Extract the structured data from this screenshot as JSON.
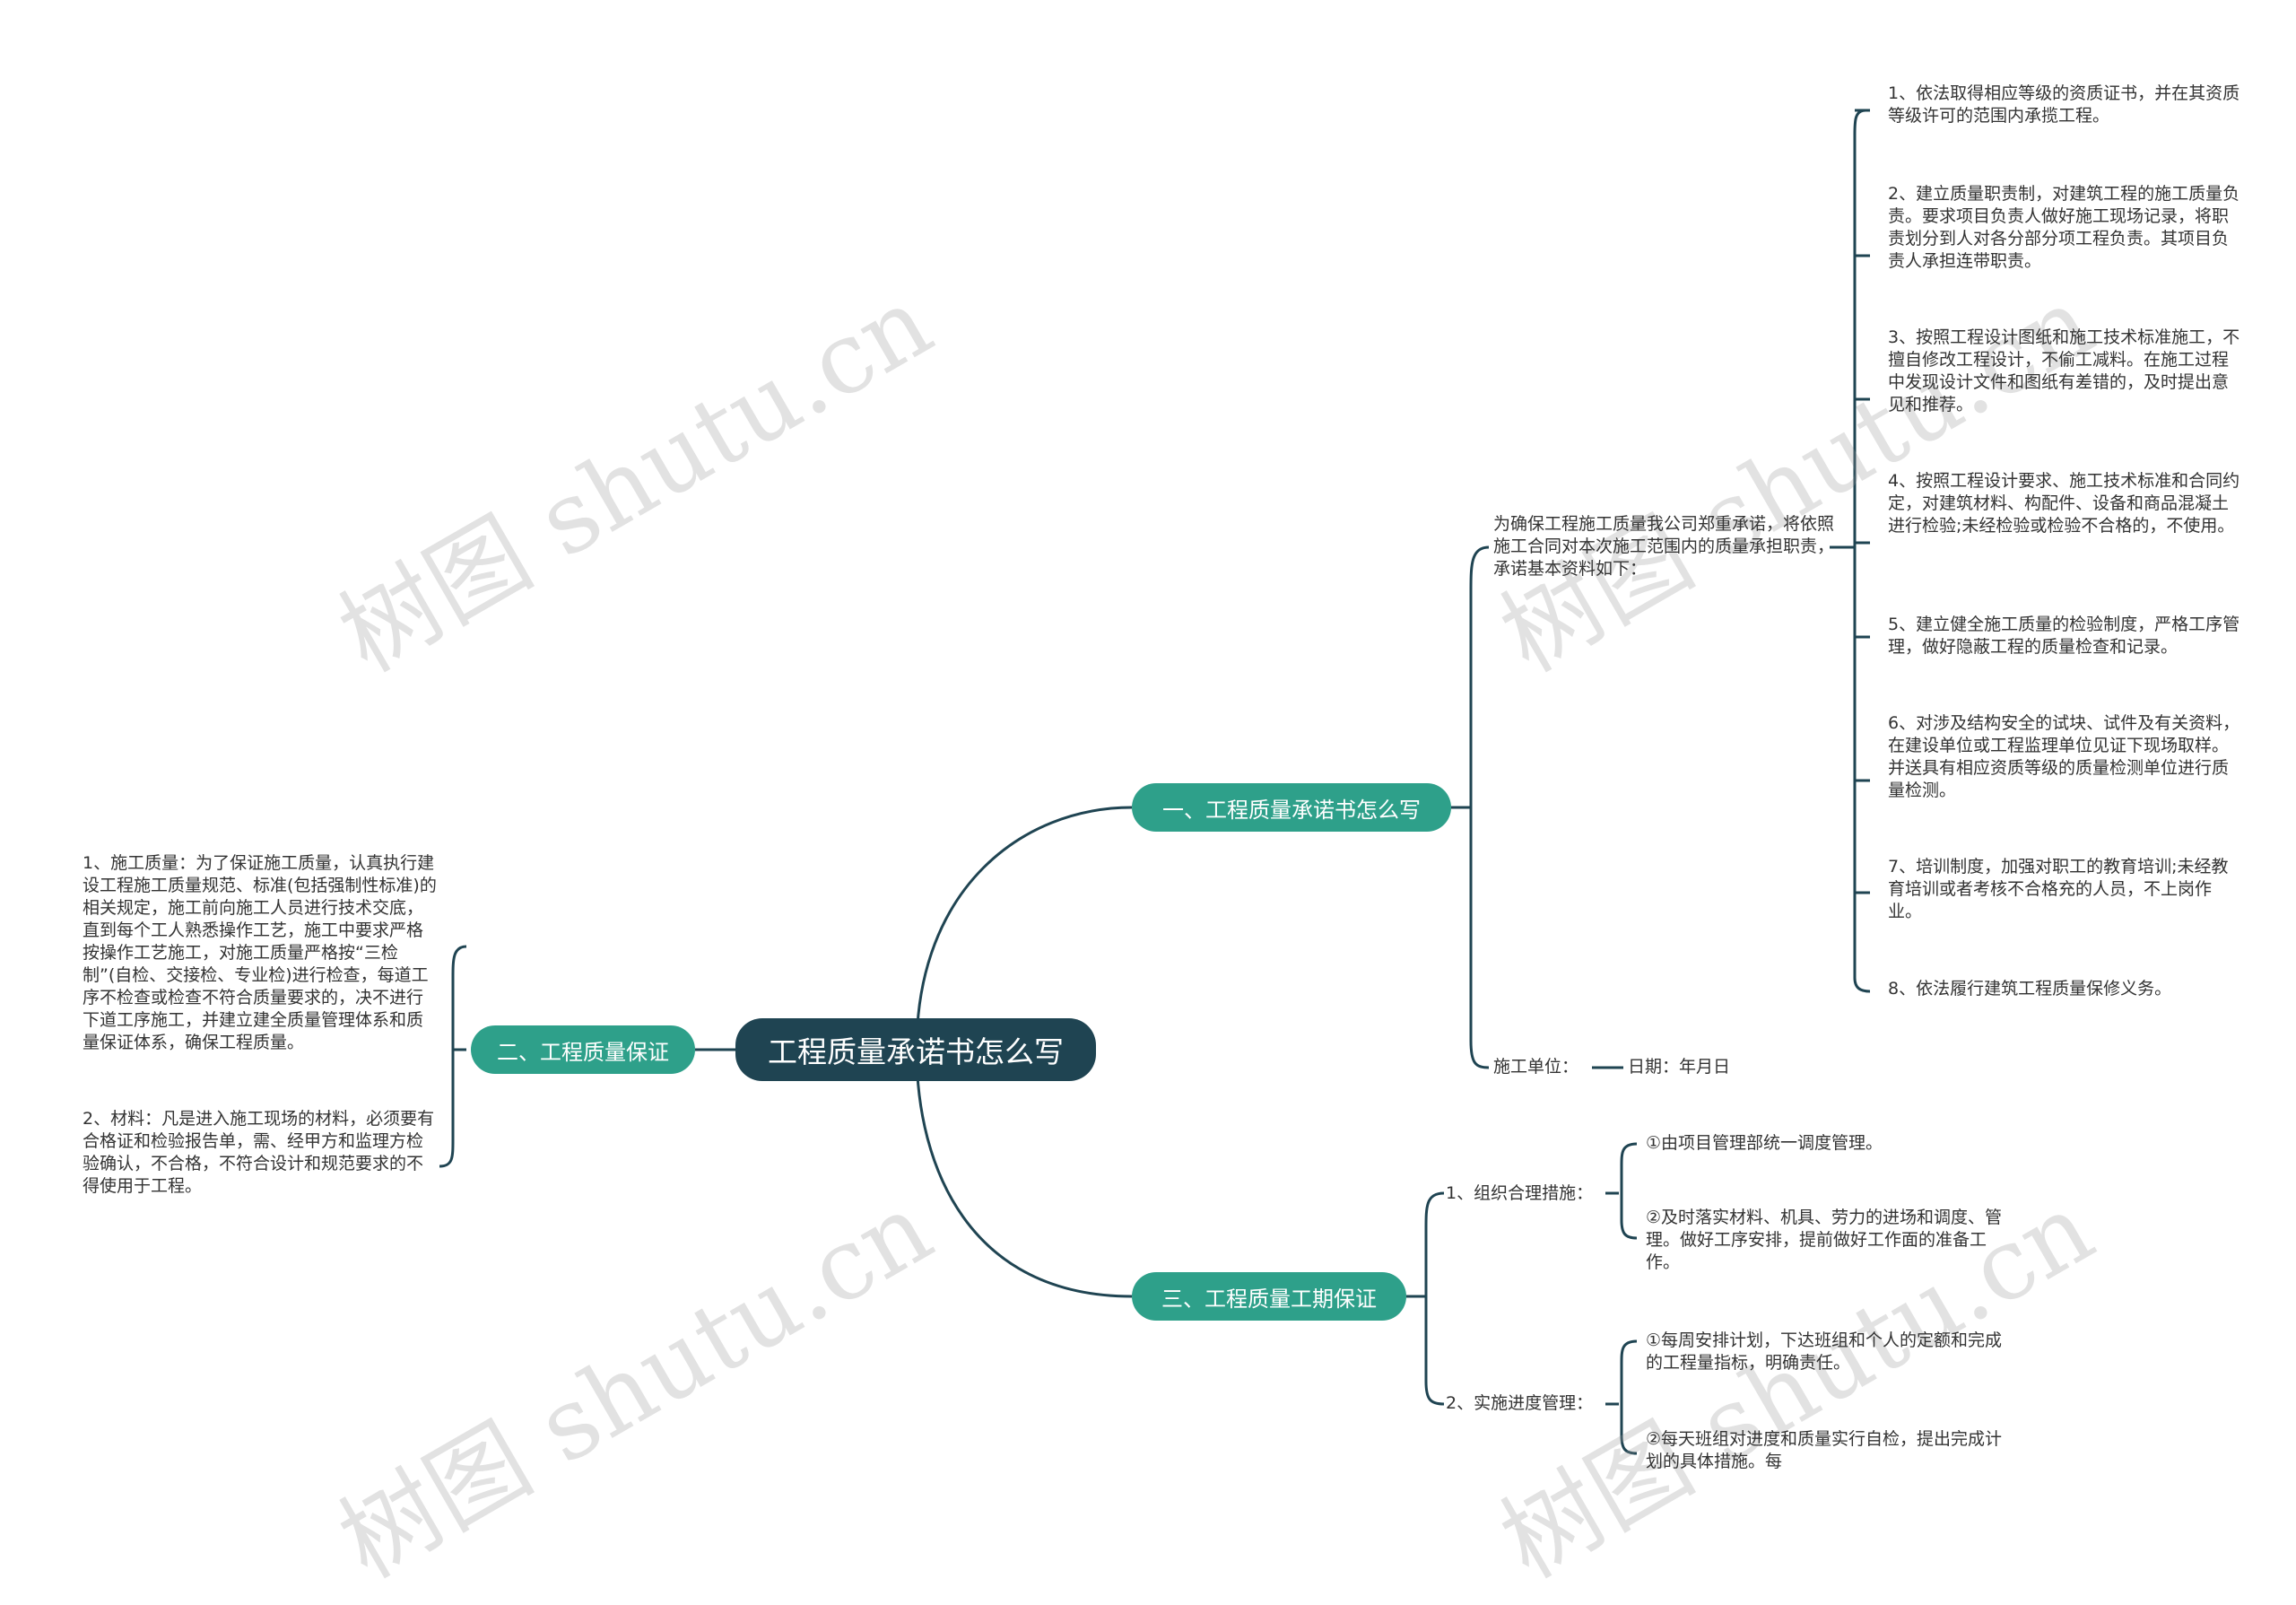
{
  "central": "工程质量承诺书怎么写",
  "branches": {
    "b1": "一、工程质量承诺书怎么写",
    "b2": "二、工程质量保证",
    "b3": "三、工程质量工期保证"
  },
  "b1": {
    "intro": "为确保工程施工质量我公司郑重承诺，将依照施工合同对本次施工范围内的质量承担职责，承诺基本资料如下：",
    "items": [
      "1、依法取得相应等级的资质证书，并在其资质等级许可的范围内承揽工程。",
      "2、建立质量职责制，对建筑工程的施工质量负责。要求项目负责人做好施工现场记录，将职责划分到人对各分部分项工程负责。其项目负责人承担连带职责。",
      "3、按照工程设计图纸和施工技术标准施工，不擅自修改工程设计，不偷工减料。在施工过程中发现设计文件和图纸有差错的，及时提出意见和推荐。",
      "4、按照工程设计要求、施工技术标准和合同约定，对建筑材料、构配件、设备和商品混凝土进行检验;未经检验或检验不合格的，不使用。",
      "5、建立健全施工质量的检验制度，严格工序管理，做好隐蔽工程的质量检查和记录。",
      "6、对涉及结构安全的试块、试件及有关资料，在建设单位或工程监理单位见证下现场取样。并送具有相应资质等级的质量检测单位进行质量检测。",
      "7、培训制度，加强对职工的教育培训;未经教育培训或者考核不合格充的人员，不上岗作业。",
      "8、依法履行建筑工程质量保修义务。"
    ],
    "unit_label": "施工单位：",
    "date_label": "日期：年月日"
  },
  "b2": {
    "items": [
      "1、施工质量：为了保证施工质量，认真执行建设工程施工质量规范、标准(包括强制性标准)的相关规定，施工前向施工人员进行技术交底，直到每个工人熟悉操作工艺，施工中要求严格按操作工艺施工，对施工质量严格按“三检制”(自检、交接检、专业检)进行检查，每道工序不检查或检查不符合质量要求的，决不进行下道工序施工，并建立建全质量管理体系和质量保证体系，确保工程质量。",
      "2、材料：凡是进入施工现场的材料，必须要有合格证和检验报告单，需、经甲方和监理方检验确认，不合格，不符合设计和规范要求的不得使用于工程。"
    ]
  },
  "b3": {
    "groups": [
      {
        "label": "1、组织合理措施：",
        "items": [
          "①由项目管理部统一调度管理。",
          "②及时落实材料、机具、劳力的进场和调度、管理。做好工序安排，提前做好工作面的准备工作。"
        ]
      },
      {
        "label": "2、实施进度管理：",
        "items": [
          "①每周安排计划，下达班组和个人的定额和完成的工程量指标，明确责任。",
          "②每天班组对进度和质量实行自检，提出完成计划的具体措施。每"
        ]
      }
    ]
  },
  "watermark": "树图 shutu.cn",
  "colors": {
    "line": "#1f4452",
    "branch": "#2ea08a",
    "central": "#1f4452"
  }
}
